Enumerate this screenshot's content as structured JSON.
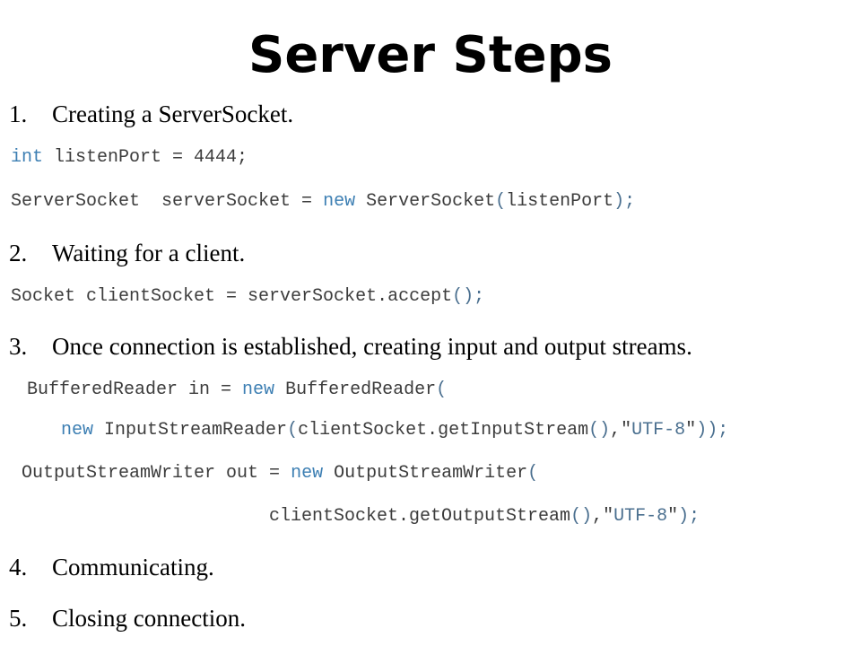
{
  "title": "Server Steps",
  "colors": {
    "code_text": "#3c3c3c",
    "keyword": "#3d7fb3",
    "punctuation": "#4a6f8f"
  },
  "steps": [
    {
      "number": "1.",
      "text": "Creating a ServerSocket."
    },
    {
      "number": "2.",
      "text": "Waiting for a client."
    },
    {
      "number": "3.",
      "text": "Once connection is established, creating input and output streams."
    },
    {
      "number": "4.",
      "text": "Communicating."
    },
    {
      "number": "5.",
      "text": "Closing connection."
    }
  ],
  "code": {
    "step1_line1": {
      "kw": "int",
      "rest": " listenPort = 4444;"
    },
    "step1_line2": {
      "a": "ServerSocket  serverSocket = ",
      "kw": "new",
      "b": " ServerSocket",
      "p1": "(",
      "c": "listenPort",
      "p2": ");"
    },
    "step2_line1": {
      "a": "Socket clientSocket = serverSocket.accept",
      "p1": "();"
    },
    "step3_line1": {
      "a": "BufferedReader in = ",
      "kw": "new",
      "b": " BufferedReader",
      "p1": "("
    },
    "step3_line2": {
      "kw": "new",
      "a": " InputStreamReader",
      "p1": "(",
      "b": "clientSocket.getInputStream",
      "p2": "()",
      "c": ",\"",
      "s": "UTF-8",
      "d": "\"",
      "p3": "));"
    },
    "step3_line3": {
      "a": "OutputStreamWriter out = ",
      "kw": "new",
      "b": " OutputStreamWriter",
      "p1": "("
    },
    "step3_line4": {
      "a": "clientSocket.getOutputStream",
      "p1": "()",
      "b": ",\"",
      "s": "UTF-8",
      "c": "\"",
      "p2": ");"
    }
  }
}
